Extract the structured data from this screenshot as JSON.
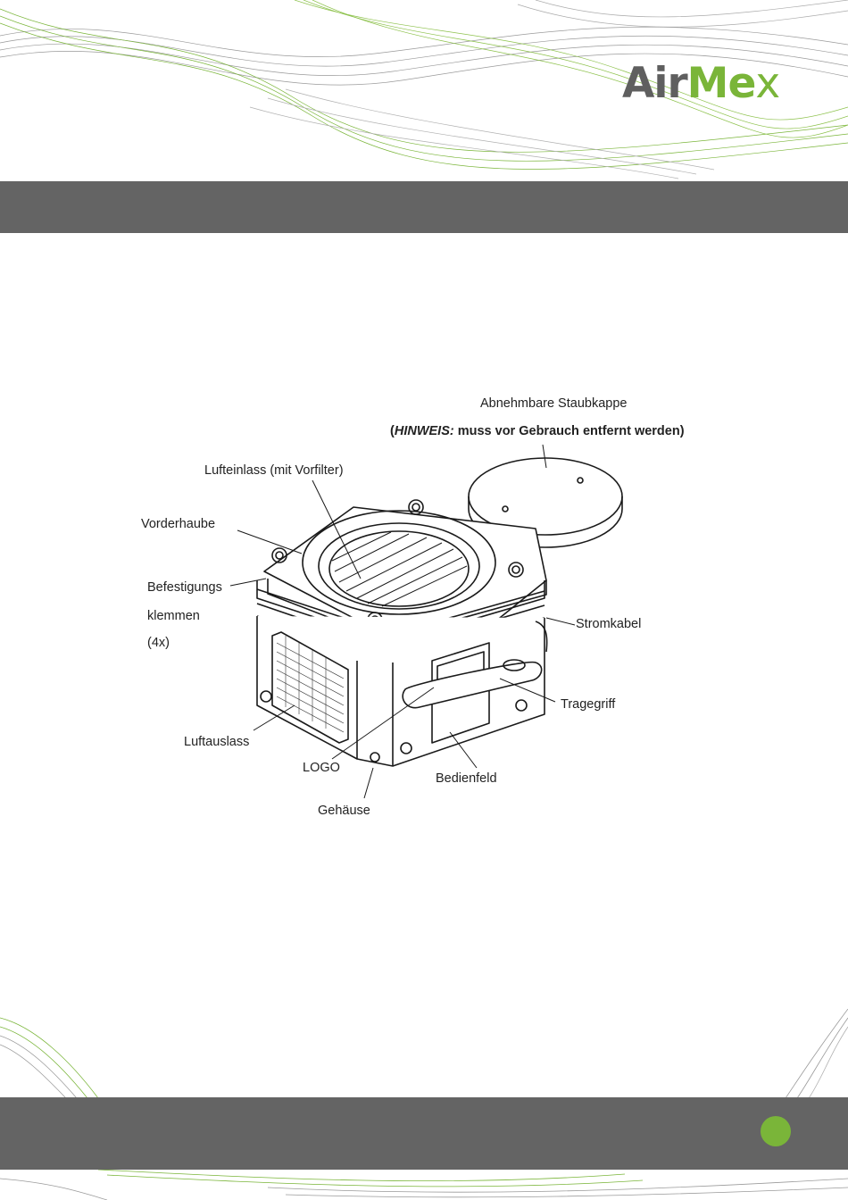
{
  "brand": {
    "logo_part1": "Air",
    "logo_part2": "Me",
    "logo_part3": "x",
    "colors": {
      "gray": "#5f5f5f",
      "green": "#7ab539",
      "band": "#646464"
    }
  },
  "diagram": {
    "labels": {
      "dust_cap": "Abnehmbare Staubkappe",
      "note_prefix": "(",
      "note_keyword": "HINWEIS:",
      "note_text": " muss vor Gebrauch entfernt werden",
      "note_suffix": ")",
      "air_inlet": "Lufteinlass (mit Vorfilter)",
      "front_hood": "Vorderhaube",
      "clamps_line1": "Befestigungs",
      "clamps_line2": "klemmen",
      "clamps_line3": "(4x)",
      "power_cord": "Stromkabel",
      "handle": "Tragegriff",
      "air_outlet": "Luftauslass",
      "logo_label": "LOGO",
      "control_panel": "Bedienfeld",
      "housing": "Gehäuse"
    }
  },
  "footer": {
    "page_marker_icon": "green-dot-icon"
  }
}
